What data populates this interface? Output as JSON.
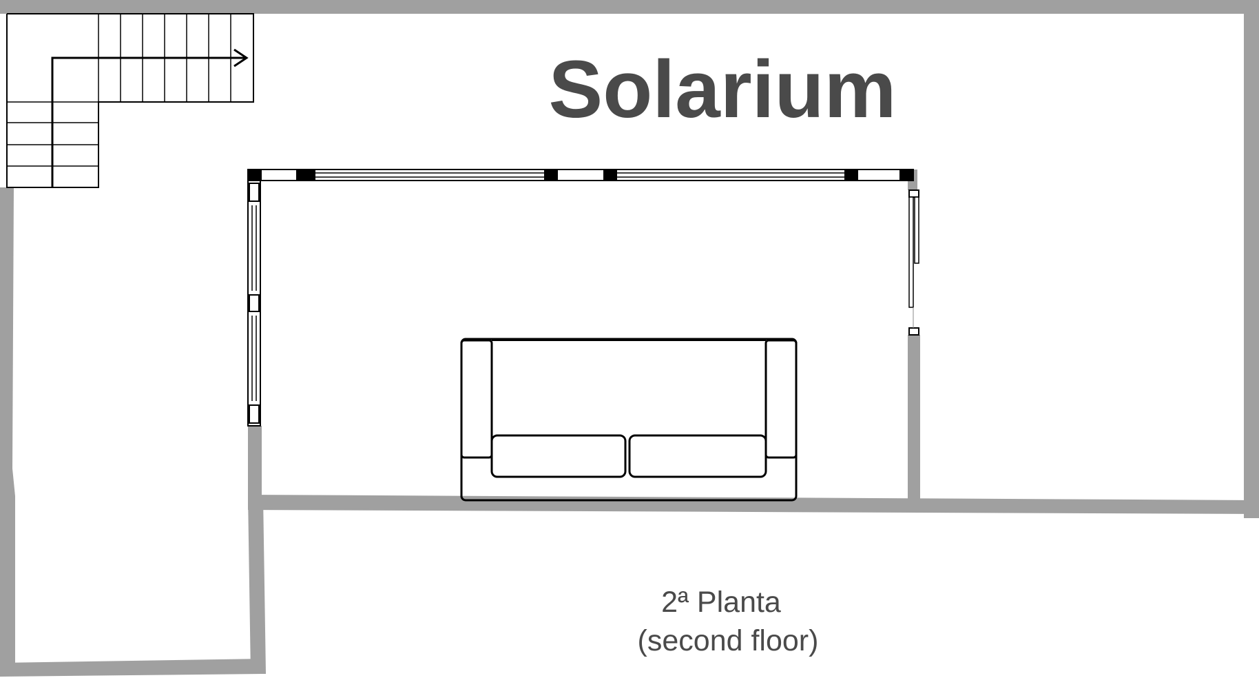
{
  "plan": {
    "room_title": "Solarium",
    "floor_label_line1": "2ª Planta",
    "floor_label_line2": "(second floor)",
    "wall_color": "#a0a0a0",
    "line_color": "#000000",
    "text_color": "#4a4a4a",
    "background_color": "#ffffff"
  }
}
